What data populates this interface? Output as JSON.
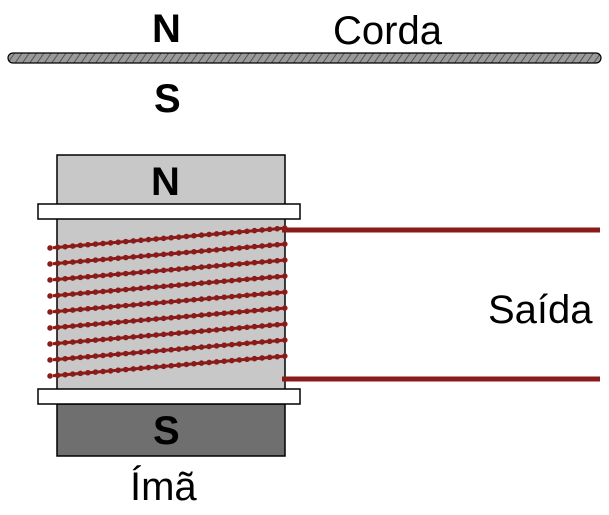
{
  "string": {
    "label": "Corda",
    "pole_top": "N",
    "pole_bottom": "S"
  },
  "magnet": {
    "label": "Ímã",
    "pole_top": "N",
    "pole_bottom": "S"
  },
  "output": {
    "label": "Saída"
  },
  "colors": {
    "wire": "#8b1a1a",
    "magnet_north": "#c8c8c8",
    "magnet_south": "#6f6f6f",
    "string": "#8a8a8a",
    "flange": "#ffffff",
    "outline": "#000000"
  }
}
